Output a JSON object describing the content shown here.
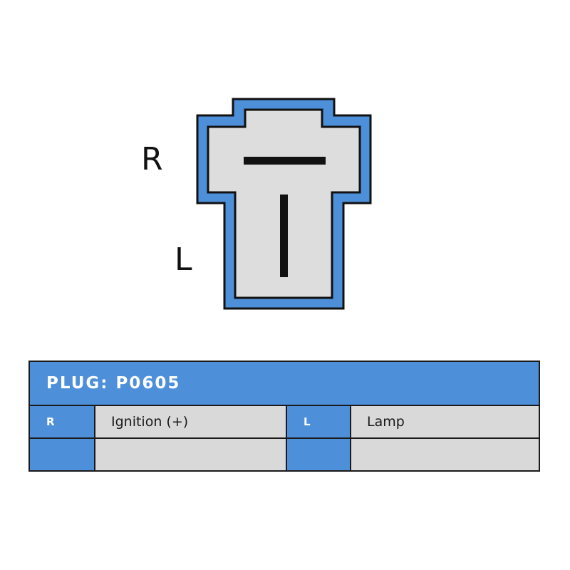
{
  "connector": {
    "pins": [
      {
        "label": "R",
        "terminal": "horizontal-blade"
      },
      {
        "label": "L",
        "terminal": "vertical-blade"
      }
    ],
    "colors": {
      "outer_shell": "#4d8fd9",
      "inner_body": "#dddddd",
      "outline": "#111111",
      "terminal": "#111111"
    }
  },
  "table": {
    "title": "PLUG: P0605",
    "rows": [
      {
        "pin1": "R",
        "desc1": "Ignition (+)",
        "pin2": "L",
        "desc2": "Lamp"
      },
      {
        "pin1": "",
        "desc1": "",
        "pin2": "",
        "desc2": ""
      }
    ],
    "colors": {
      "header": "#4d8fd9",
      "pin_cell": "#4d8fd9",
      "desc_cell": "#d9d9d9",
      "border": "#1a1a1a"
    }
  }
}
